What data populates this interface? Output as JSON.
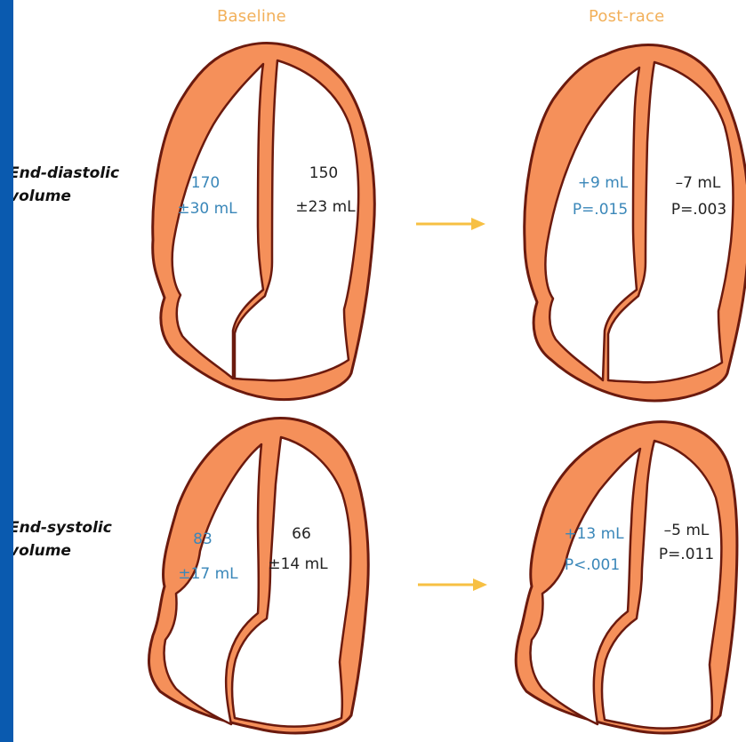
{
  "headers": {
    "baseline": "Baseline",
    "post_race": "Post-race"
  },
  "rows": {
    "diastolic": {
      "label_line1": "End-diastolic",
      "label_line2": "volume",
      "baseline": {
        "left_line1": "170",
        "left_line2": "±30 mL",
        "right_line1": "150",
        "right_line2": "±23 mL"
      },
      "post_race": {
        "left_line1": "+9 mL",
        "left_line2": "P=.015",
        "right_line1": "–7 mL",
        "right_line2": "P=.003"
      }
    },
    "systolic": {
      "label_line1": "End-systolic",
      "label_line2": "volume",
      "baseline": {
        "left_line1": "83",
        "left_line2": "±17 mL",
        "right_line1": "66",
        "right_line2": "±14 mL"
      },
      "post_race": {
        "left_line1": "+13 mL",
        "left_line2": "P<.001",
        "right_line1": "–5 mL",
        "right_line2": "P=.011"
      }
    }
  },
  "colors": {
    "slide_bg": "#0a5aaf",
    "myocardium": "#f5905a",
    "outline": "#6b1a0e",
    "header": "#f2b05a",
    "arrow": "#f7c043",
    "blue_text": "#3a87b9",
    "dark_text": "#222222"
  }
}
